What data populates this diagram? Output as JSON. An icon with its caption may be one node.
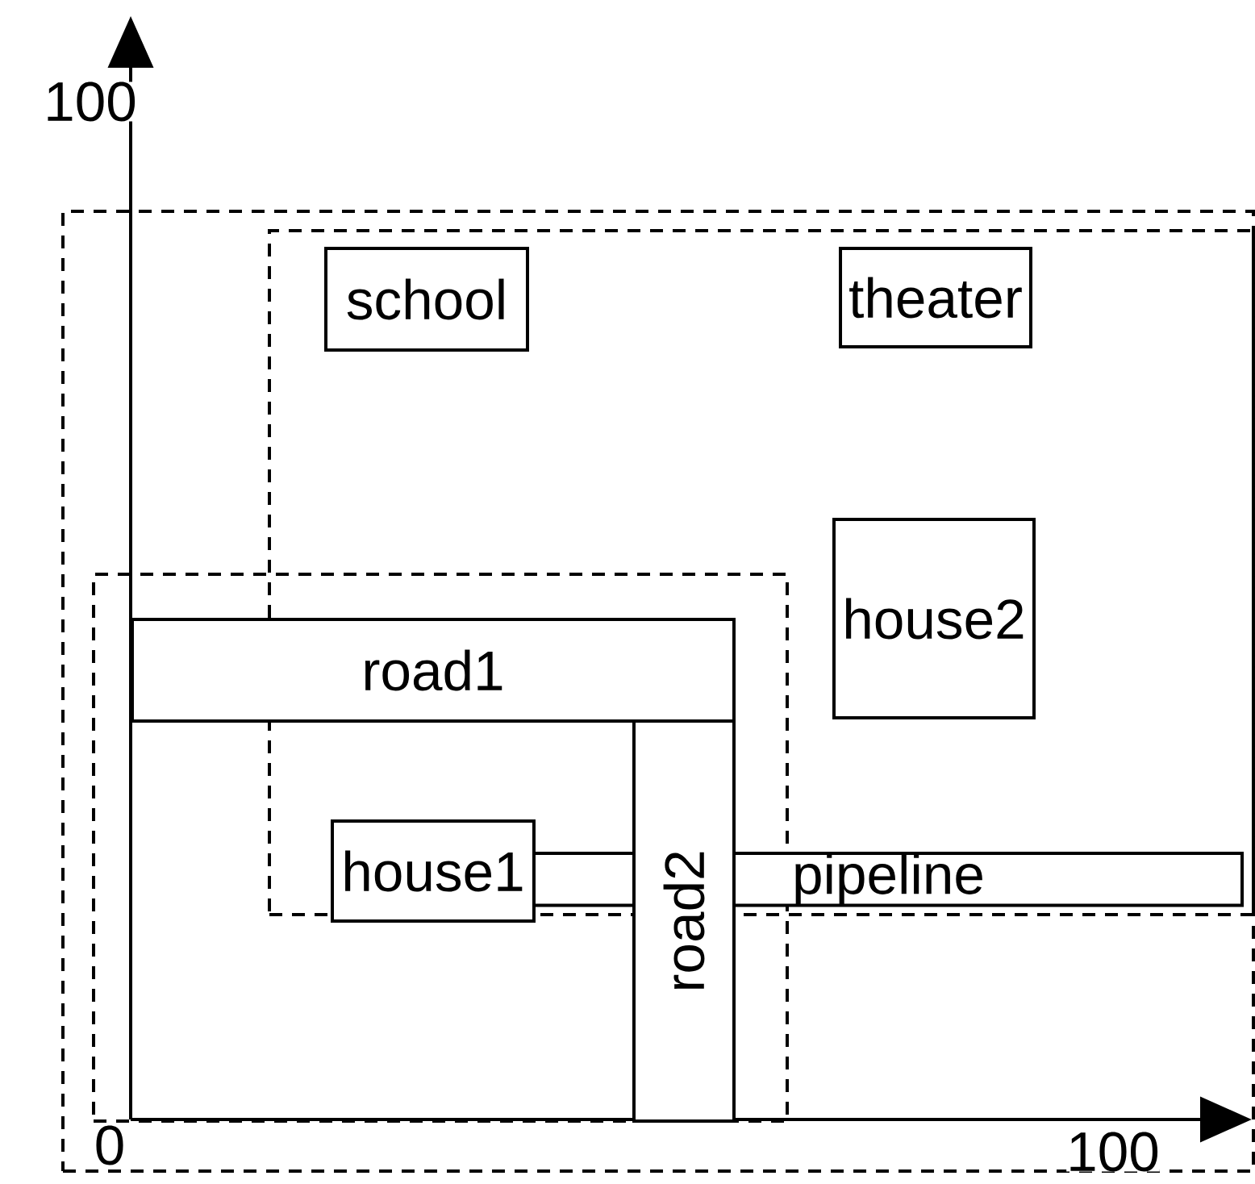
{
  "diagram": {
    "nodes": [
      {
        "text": [],
        "shape": "box"
      },
      {
        "text": [],
        "shape": "box",
        "in": 0
      },
      {
        "text": [
          "school"
        ],
        "in": 1
      },
      {
        "text": [
          "theater"
        ],
        "in": 1
      },
      {
        "text": [
          "house2"
        ],
        "in": 1
      },
      {
        "text": [],
        "shape": "box",
        "in": 0
      },
      {
        "text": [
          "road1"
        ],
        "in": 5
      },
      {
        "text": [
          "road2"
        ],
        "in": 5
      },
      {
        "text": [
          "house1"
        ]
      },
      {
        "text": [
          "pipeline"
        ],
        "in": 1
      }
    ],
    "labels": [
      "100",
      "0",
      "100"
    ]
  }
}
